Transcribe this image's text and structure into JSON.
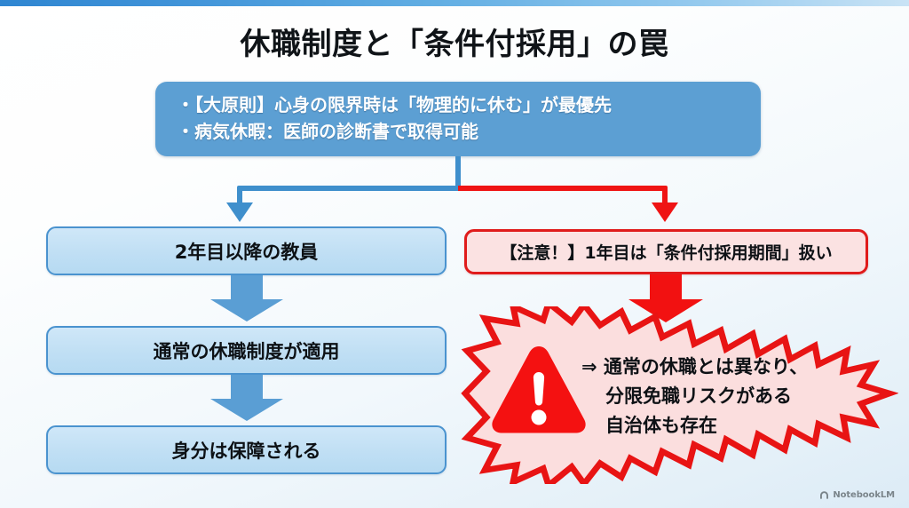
{
  "slide": {
    "title": "休職制度と「条件付採用」の罠",
    "banner": {
      "lines": [
        "・【大原則】心身の限界時は「物理的に休む」が最優先",
        "・病気休暇：医師の診断書で取得可能"
      ]
    },
    "left_branch": {
      "boxes": [
        {
          "label": "2年目以降の教員"
        },
        {
          "label": "通常の休職制度が適用"
        },
        {
          "label": "身分は保障される"
        }
      ]
    },
    "right_branch": {
      "warning_box": {
        "label": "【注意！】1年目は「条件付採用期間」扱い"
      },
      "burst": {
        "icon": "warning-triangle-icon",
        "lines": [
          "⇒ 通常の休職とは異なり、",
          "分限免職リスクがある",
          "自治体も存在"
        ]
      }
    },
    "watermark": {
      "label": "NotebookLM",
      "icon": "notebooklm-icon"
    },
    "colors": {
      "accent_blue": "#3f8fcc",
      "banner_blue": "#5c9fd3",
      "box_blue_fill": "#c0dff4",
      "box_blue_border": "#4a93cf",
      "alert_red": "#e01b1b",
      "arrow_red": "#f21111",
      "burst_fill": "#fbdede",
      "text_dark": "#0d1115"
    }
  }
}
